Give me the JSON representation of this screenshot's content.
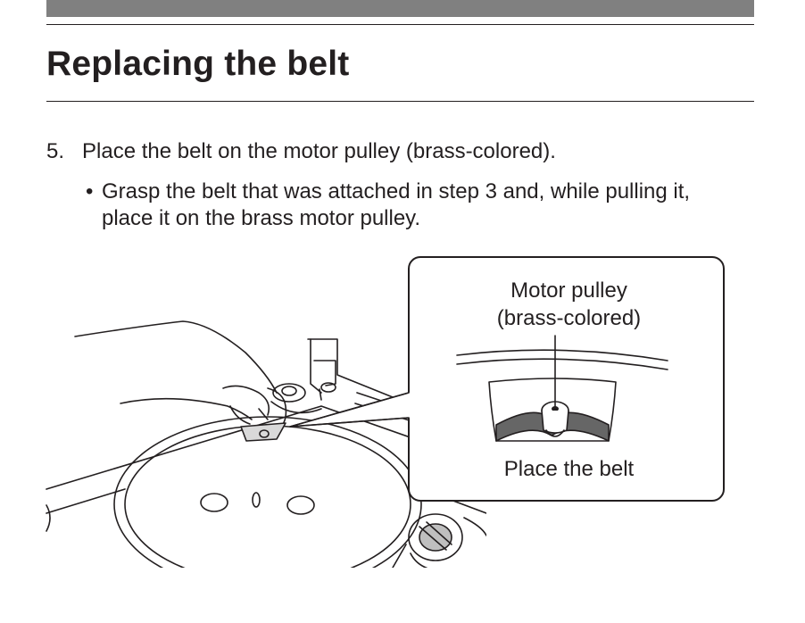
{
  "section": {
    "title": "Replacing the belt"
  },
  "step": {
    "number": "5.",
    "text": "Place the belt on the motor pulley (brass-colored).",
    "bullet_mark": "•",
    "bullet_text": "Grasp the belt that was attached in step 3 and, while pulling it, place it on the brass motor pulley."
  },
  "callout": {
    "label_line1": "Motor pulley",
    "label_line2": "(brass-colored)",
    "caption": "Place the belt"
  },
  "colors": {
    "header_bar": "#808080",
    "text": "#231f20",
    "belt": "#666666"
  }
}
